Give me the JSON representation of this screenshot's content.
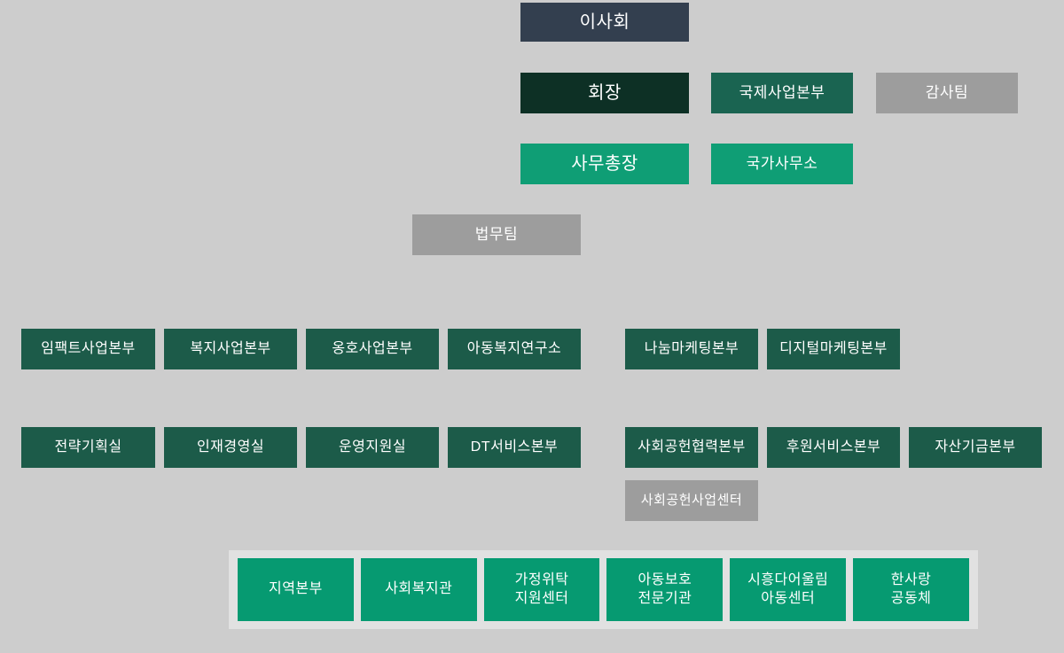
{
  "page": {
    "title": "조직도",
    "background": "#cdcdcd"
  },
  "colors": {
    "navy": "#333f4f",
    "darkest_green": "#0d3025",
    "teal_green": "#1a6451",
    "emerald": "#0f9e75",
    "forest_green": "#1c5b49",
    "gray": "#9d9d9d",
    "panel_bg": "#e1e1e1",
    "unit_green": "#069a71",
    "text": "#ffffff"
  },
  "top": {
    "board": "이사회",
    "chairman": "회장",
    "international_hq": "국제사업본부",
    "audit_team": "감사팀",
    "secretary_general": "사무총장",
    "country_office": "국가사무소",
    "legal_team": "법무팀"
  },
  "divisions_row1_left": [
    "임팩트사업본부",
    "복지사업본부",
    "옹호사업본부",
    "아동복지연구소"
  ],
  "divisions_row1_right": [
    "나눔마케팅본부",
    "디지털마케팅본부"
  ],
  "divisions_row2_left": [
    "전략기획실",
    "인재경영실",
    "운영지원실",
    "DT서비스본부"
  ],
  "divisions_row2_right": [
    "사회공헌협력본부",
    "후원서비스본부",
    "자산기금본부"
  ],
  "csr_center": "사회공헌사업센터",
  "field_units": [
    "지역본부",
    "사회복지관",
    "가정위탁\n지원센터",
    "아동보호\n전문기관",
    "시흥다어울림\n아동센터",
    "한사랑\n공동체"
  ]
}
